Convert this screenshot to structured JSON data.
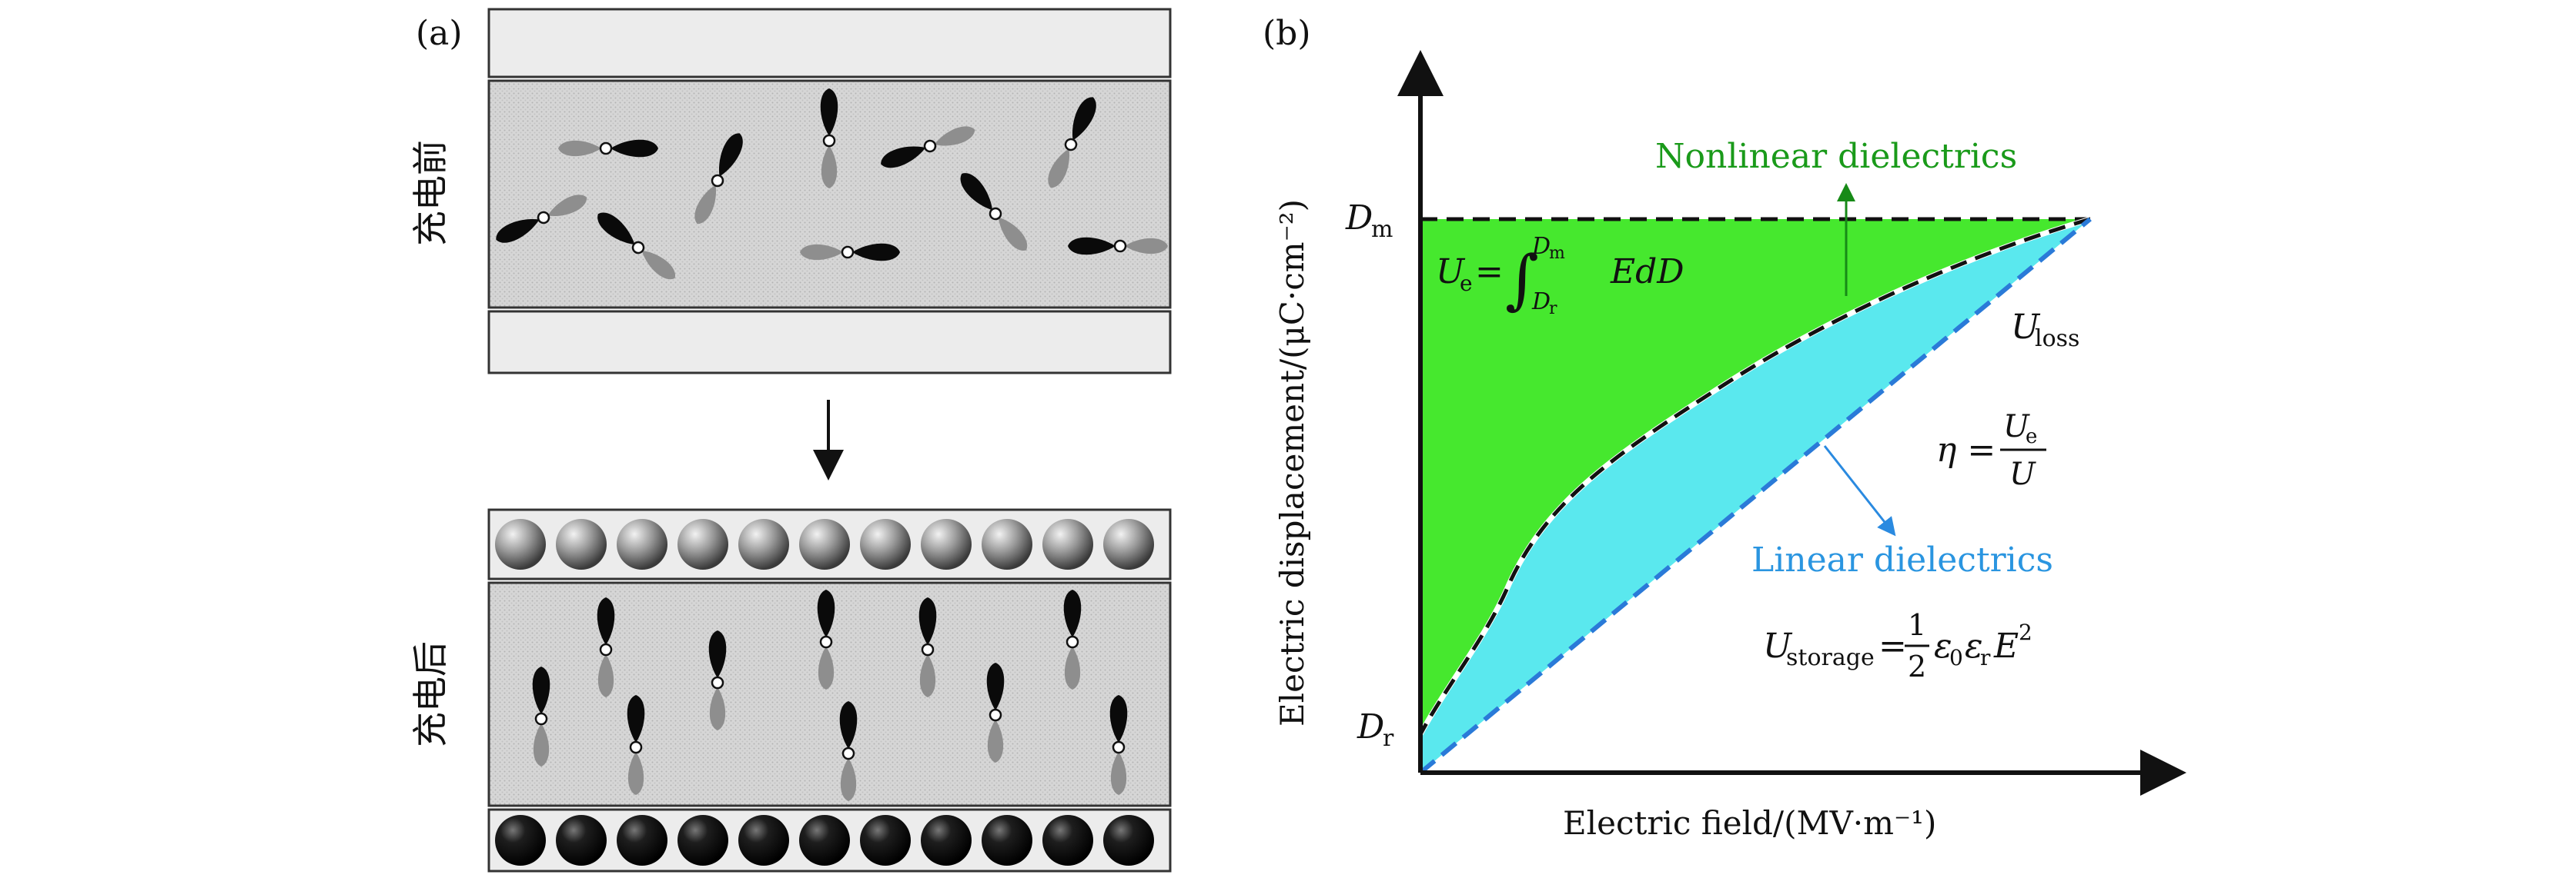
{
  "panel_a": {
    "label": "(a)",
    "before_label": "充电前",
    "after_label": "充电后"
  },
  "panel_b": {
    "label": "(b)",
    "xlabel": "Electric field/(MV·m⁻¹)",
    "ylabel": "Electric displacement/(μC·cm⁻²)",
    "dm_label": "D",
    "dm_sub": "m",
    "dr_label": "D",
    "dr_sub": "r",
    "nonlinear_label": "Nonlinear dielectrics",
    "linear_label": "Linear dielectrics",
    "ue_formula": {
      "lhs": "U",
      "lhs_sub": "e",
      "eq": "=",
      "integral": "∫",
      "upper": "D",
      "upper_sub": "m",
      "lower": "D",
      "lower_sub": "r",
      "integrand": "EdD"
    },
    "uloss": {
      "main": "U",
      "sub": "loss"
    },
    "eta": {
      "lhs": "η =",
      "num": "U",
      "num_sub": "e",
      "den": "U"
    },
    "ustorage": {
      "main": "U",
      "sub": "storage",
      "eq": "=",
      "frac_num": "1",
      "frac_den": "2",
      "rest": "ε",
      "sub0": "0",
      "eps2": "ε",
      "subr": "r",
      "e": "E",
      "sup": "2"
    },
    "colors": {
      "nonlinear_fill": "#46e82e",
      "linear_fill": "#5ae8ee",
      "nonlinear_text": "#1a9a1a",
      "linear_text": "#2a95e0"
    }
  }
}
